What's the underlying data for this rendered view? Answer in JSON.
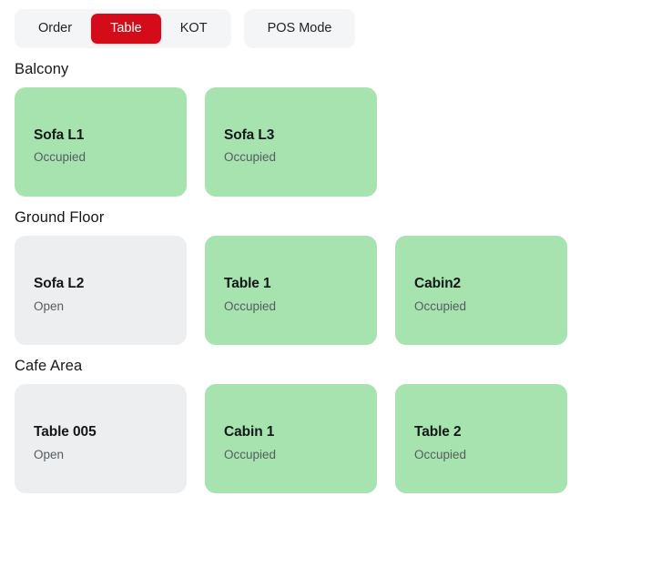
{
  "topbar": {
    "view_tabs": [
      {
        "label": "Order",
        "active": false
      },
      {
        "label": "Table",
        "active": true
      },
      {
        "label": "KOT",
        "active": false
      }
    ],
    "mode_button": {
      "label": "POS Mode"
    },
    "colors": {
      "active_tab_bg": "#d40b18",
      "tab_group_bg": "#f4f5f7",
      "active_tab_text": "#ffffff"
    }
  },
  "legend_colors": {
    "occupied": "#a6e3ae",
    "open": "#eceef0",
    "title_text": "#15171a",
    "status_text": "#565c60"
  },
  "sections": [
    {
      "title": "Balcony",
      "tables": [
        {
          "name": "Sofa L1",
          "status": "Occupied",
          "state": "occupied"
        },
        {
          "name": "Sofa L3",
          "status": "Occupied",
          "state": "occupied"
        }
      ]
    },
    {
      "title": "Ground Floor",
      "tables": [
        {
          "name": "Sofa L2",
          "status": "Open",
          "state": "open"
        },
        {
          "name": "Table 1",
          "status": "Occupied",
          "state": "occupied"
        },
        {
          "name": "Cabin2",
          "status": "Occupied",
          "state": "occupied"
        }
      ]
    },
    {
      "title": "Cafe Area",
      "tables": [
        {
          "name": "Table 005",
          "status": "Open",
          "state": "open"
        },
        {
          "name": "Cabin 1",
          "status": "Occupied",
          "state": "occupied"
        },
        {
          "name": "Table 2",
          "status": "Occupied",
          "state": "occupied"
        }
      ]
    }
  ]
}
